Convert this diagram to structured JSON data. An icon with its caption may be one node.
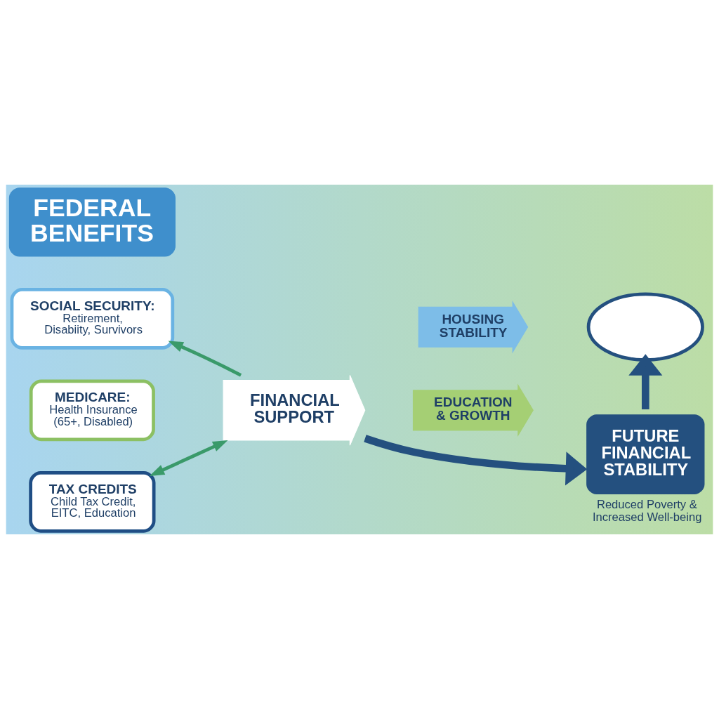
{
  "diagram": {
    "nodes": [
      {
        "text": [
          "FEDERAL BENEFITS"
        ]
      },
      {
        "text": [
          "SOCIAL SECURITY:",
          "Retirement, Disabiity, Survivors"
        ]
      },
      {
        "text": [
          "MEDICARE:",
          "Health Insurance (65+, Disabled)"
        ]
      },
      {
        "text": [
          "TAX CREDITS",
          "Child Tax Credit, EITC, Education"
        ]
      },
      {
        "text": [
          "FINANCIAL SUPPORT"
        ]
      },
      {
        "text": [
          "HOUSING STABILITY"
        ]
      },
      {
        "text": [
          "EDUCATION & GROWTH"
        ]
      },
      {
        "text": [],
        "shape": "cloud"
      },
      {
        "text": [
          "FUTURE FINANCIAL STABILITY"
        ],
        "beside": [
          "Reduced Poverty & Increased Well-being"
        ]
      }
    ],
    "edges": [
      {
        "from": 4,
        "to": 1,
        "arrow": "to",
        "color": "#3a9a6a"
      },
      {
        "from": 3,
        "to": 4,
        "arrow": "both",
        "color": "#3a9a6a"
      },
      {
        "from": 4,
        "to": 8,
        "arrow": "to",
        "style": "thick",
        "color": "#24507f"
      },
      {
        "from": 8,
        "to": 7,
        "arrow": "to",
        "style": "thick",
        "color": "#24507f"
      }
    ]
  }
}
